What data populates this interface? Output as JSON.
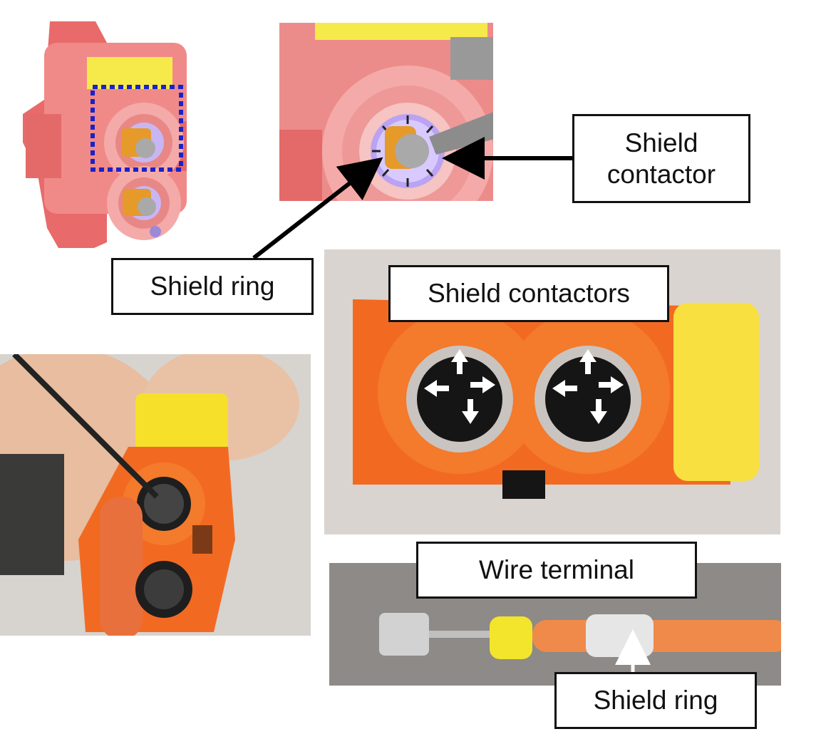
{
  "labels": {
    "shield_contactor": "Shield\ncontactor",
    "shield_ring_top": "Shield ring",
    "shield_contactors": "Shield contactors",
    "wire_terminal": "Wire terminal",
    "shield_ring_bottom": "Shield ring"
  },
  "colors": {
    "housing_pink": "#e86a6a",
    "housing_light": "#f4aaa8",
    "latch_yellow": "#f6ea4a",
    "contact_gray": "#a9a9a9",
    "pin_orange": "#e59a2a",
    "shield_purple": "#b9a3f2",
    "connector_orange": "#f26a22",
    "focus_box_blue": "#1a22c8",
    "callout_border": "#111111"
  }
}
